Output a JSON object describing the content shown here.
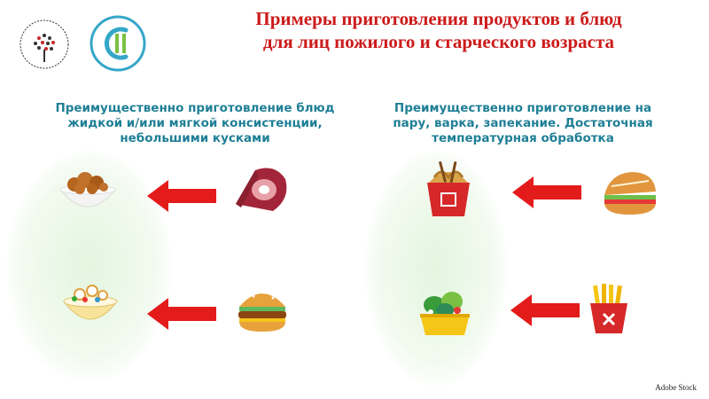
{
  "header": {
    "title_line1": "Примеры приготовления продуктов и блюд",
    "title_line2": "для лиц пожилого и старческого возраста",
    "logos": [
      "tree-logo",
      "c-letter-logo"
    ]
  },
  "left_column": {
    "heading_line1": "Преимущественно приготовление блюд",
    "heading_line2": "жидкой и/или мягкой консистенции,",
    "heading_line3": "небольшими кусками",
    "rows": [
      {
        "result_icon": "meatball-bowl-icon",
        "source_icon": "ham-icon"
      },
      {
        "result_icon": "cereal-bowl-icon",
        "source_icon": "burger-icon"
      }
    ]
  },
  "right_column": {
    "heading_line1": "Преимущественно приготовление на",
    "heading_line2": "пару, варка, запекание. Достаточная",
    "heading_line3": "температурная обработка",
    "rows": [
      {
        "result_icon": "noodle-box-icon",
        "source_icon": "sandwich-icon"
      },
      {
        "result_icon": "salad-bowl-icon",
        "source_icon": "fries-icon"
      }
    ]
  },
  "credit": "Adobe Stock",
  "colors": {
    "title": "#cc1a1a",
    "heading": "#1f7f96",
    "arrow": "#e31b1b",
    "glow": "#e6f6e1"
  }
}
